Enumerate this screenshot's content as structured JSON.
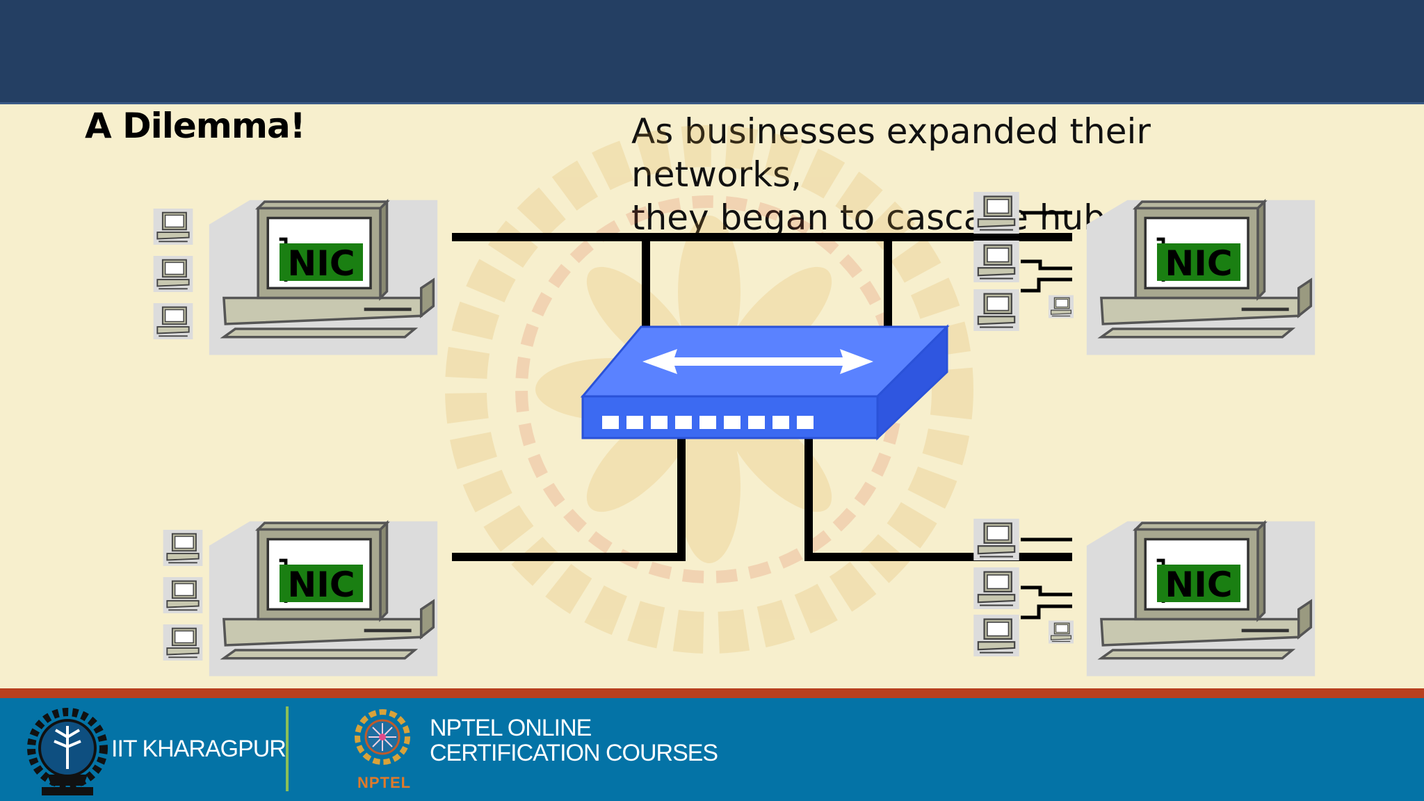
{
  "slide": {
    "heading": "A Dilemma!",
    "text_line1": "As businesses expanded their networks,",
    "text_line2_pre": "they began to ",
    "text_line2_underlined": "cascade",
    "text_line2_post": " hubs."
  },
  "diagram": {
    "computer_badge": "NIC",
    "hub_color": "#4f7dfa",
    "badge_color": "#1a7f12"
  },
  "footer": {
    "institute": "IIT KHARAGPUR",
    "program_line1": "NPTEL ONLINE",
    "program_line2": "CERTIFICATION COURSES",
    "program_logo_text": "NPTEL"
  }
}
